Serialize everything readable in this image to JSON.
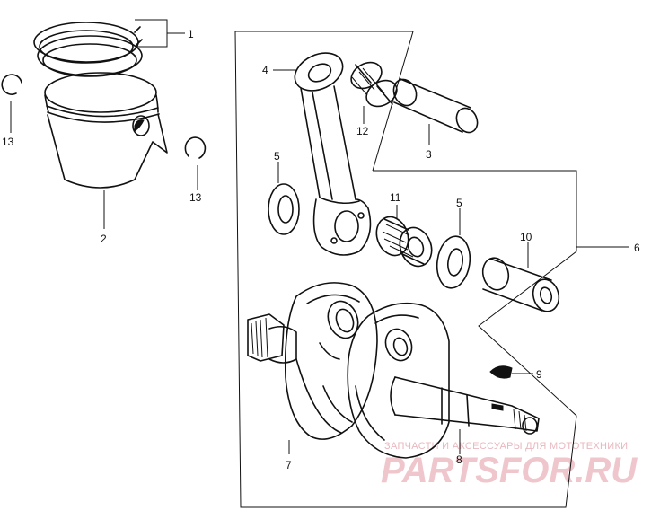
{
  "callouts": [
    {
      "id": "1",
      "text": "1"
    },
    {
      "id": "2",
      "text": "2"
    },
    {
      "id": "3",
      "text": "3"
    },
    {
      "id": "4",
      "text": "4"
    },
    {
      "id": "5a",
      "text": "5"
    },
    {
      "id": "5b",
      "text": "5"
    },
    {
      "id": "6",
      "text": "6"
    },
    {
      "id": "7",
      "text": "7"
    },
    {
      "id": "8",
      "text": "8"
    },
    {
      "id": "9",
      "text": "9"
    },
    {
      "id": "10",
      "text": "10"
    },
    {
      "id": "11",
      "text": "11"
    },
    {
      "id": "12",
      "text": "12"
    },
    {
      "id": "13a",
      "text": "13"
    },
    {
      "id": "13b",
      "text": "13"
    }
  ],
  "watermark": {
    "tagline": "ЗАПЧАСТИ И АКСЕССУАРЫ ДЛЯ МОТОТЕХНИКИ",
    "brand": "PARTSFOR.RU",
    "color": "#efc6cc"
  }
}
